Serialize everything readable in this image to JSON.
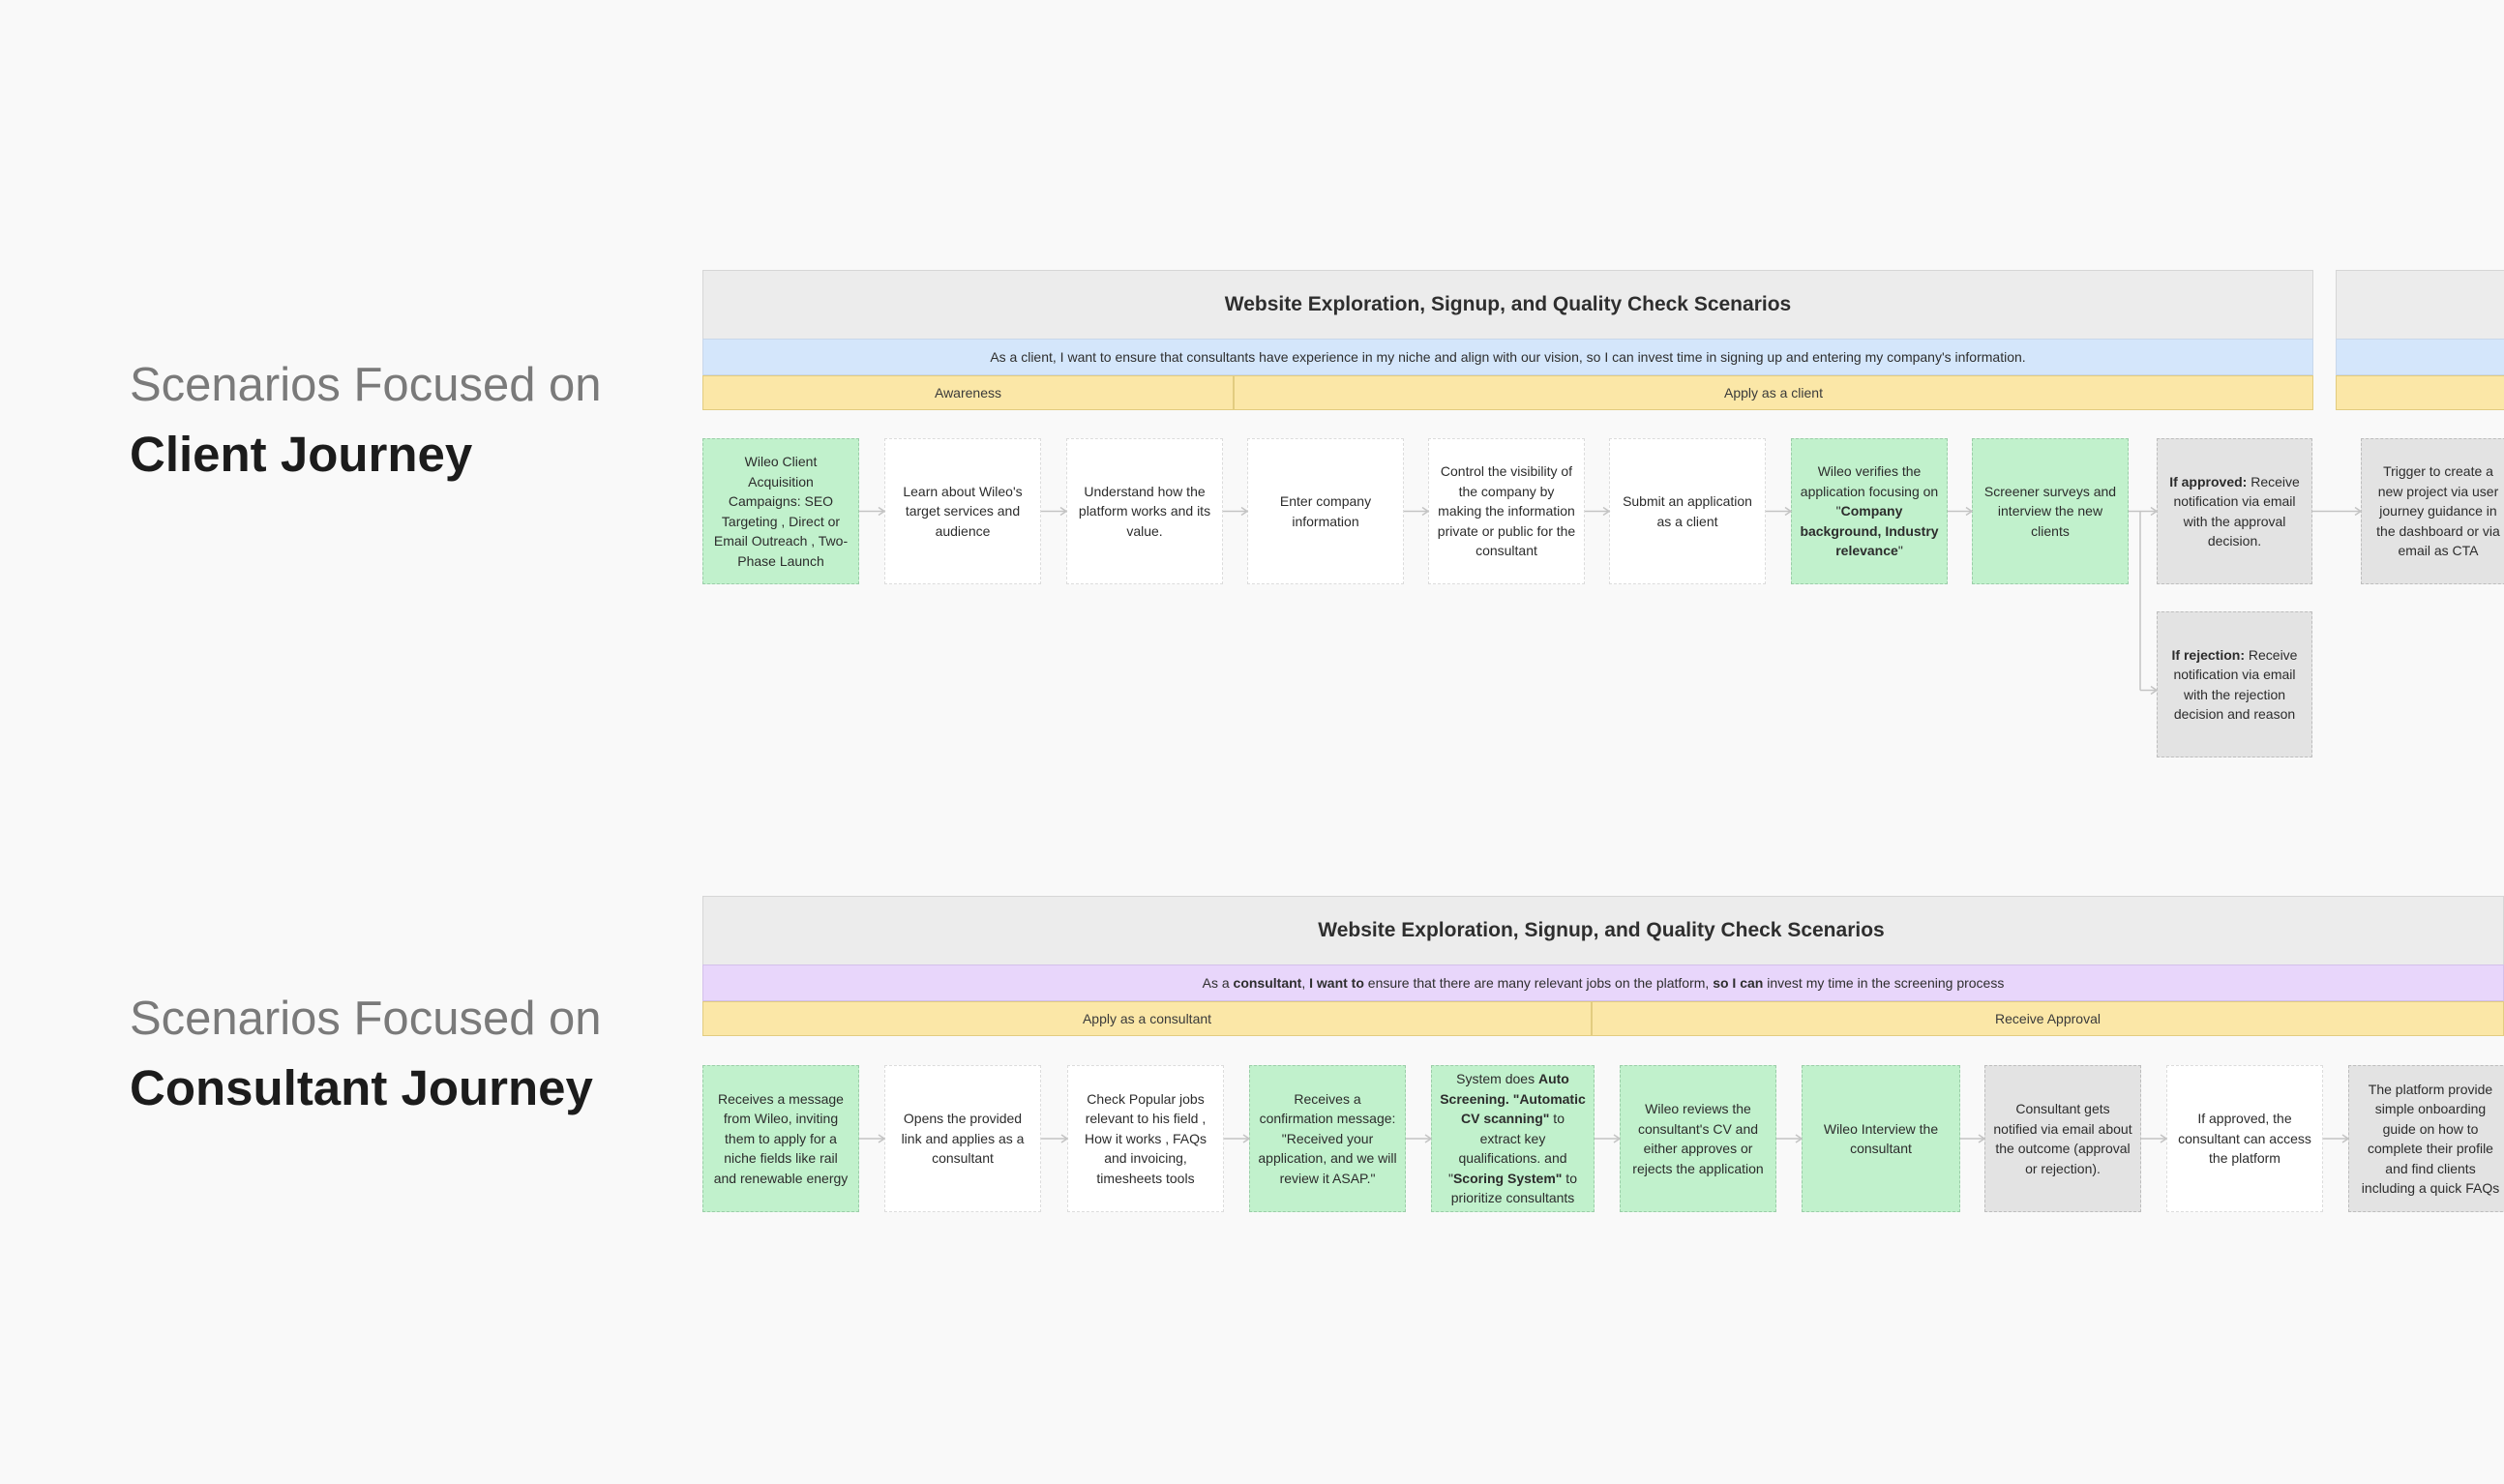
{
  "client_section": {
    "lead": "Scenarios Focused on",
    "title": "Client Journey",
    "frame_title": "Website Exploration, Signup, and Quality Check Scenarios",
    "story": "As a client,  I want to ensure that consultants have experience in my niche and align with our vision,  so I can invest time in signing up and entering my company's information.",
    "phases": [
      "Awareness",
      "Apply as a client"
    ],
    "cards": [
      {
        "color": "green",
        "parts": [
          {
            "t": "Wileo Client Acquisition Campaigns: SEO Targeting , Direct or Email Outreach , Two-Phase Launch"
          }
        ]
      },
      {
        "color": "white",
        "parts": [
          {
            "t": "Learn about Wileo's target services and audience"
          }
        ]
      },
      {
        "color": "white",
        "parts": [
          {
            "t": "Understand how the platform works and its value."
          }
        ]
      },
      {
        "color": "white",
        "parts": [
          {
            "t": "Enter company information"
          }
        ]
      },
      {
        "color": "white",
        "parts": [
          {
            "t": "Control the visibility of the company by making the information private or public for the consultant"
          }
        ]
      },
      {
        "color": "white",
        "parts": [
          {
            "t": "Submit an application as a client"
          }
        ]
      },
      {
        "color": "green",
        "parts": [
          {
            "t": "Wileo verifies the application focusing on \""
          },
          {
            "t": "Company background, Industry relevance",
            "b": true
          },
          {
            "t": "\""
          }
        ]
      },
      {
        "color": "green",
        "parts": [
          {
            "t": "Screener surveys and interview the new clients"
          }
        ]
      },
      {
        "color": "grey",
        "parts": [
          {
            "t": "If approved:",
            "b": true
          },
          {
            "t": " Receive notification via email with the approval decision."
          }
        ]
      },
      {
        "color": "grey",
        "parts": [
          {
            "t": "Trigger to create a new project via user journey guidance in the dashboard or via email as CTA"
          }
        ]
      },
      {
        "color": "grey",
        "parts": [
          {
            "t": "If rejection:",
            "b": true
          },
          {
            "t": " Receive notification via email with the rejection decision and reason"
          }
        ]
      }
    ]
  },
  "consultant_section": {
    "lead": "Scenarios Focused on",
    "title": "Consultant Journey",
    "frame_title": "Website Exploration, Signup, and Quality Check Scenarios",
    "story_parts": [
      {
        "t": "As a "
      },
      {
        "t": "consultant",
        "b": true
      },
      {
        "t": ", "
      },
      {
        "t": "I want to",
        "b": true
      },
      {
        "t": " ensure that there are many relevant jobs on the platform, "
      },
      {
        "t": "so I can",
        "b": true
      },
      {
        "t": " invest my time in the screening process"
      }
    ],
    "phases": [
      "Apply as a consultant",
      "Receive Approval"
    ],
    "cards": [
      {
        "color": "green",
        "parts": [
          {
            "t": "Receives a message from Wileo, inviting them to apply for a niche fields like rail and renewable energy"
          }
        ]
      },
      {
        "color": "white",
        "parts": [
          {
            "t": "Opens the provided link and applies as a consultant"
          }
        ]
      },
      {
        "color": "white",
        "parts": [
          {
            "t": "Check Popular jobs relevant to his field , How it works , FAQs and invoicing, timesheets tools"
          }
        ]
      },
      {
        "color": "green",
        "parts": [
          {
            "t": "Receives a confirmation message: \"Received your application, and we will review it ASAP.\""
          }
        ]
      },
      {
        "color": "green",
        "parts": [
          {
            "t": "System does "
          },
          {
            "t": "Auto Screening. \"Automatic CV scanning\"",
            "b": true
          },
          {
            "t": " to extract key qualifications. and \""
          },
          {
            "t": "Scoring System\"",
            "b": true
          },
          {
            "t": " to prioritize consultants"
          }
        ]
      },
      {
        "color": "green",
        "parts": [
          {
            "t": "Wileo reviews the consultant's CV and either approves or rejects the application"
          }
        ]
      },
      {
        "color": "green",
        "parts": [
          {
            "t": "Wileo Interview the consultant"
          }
        ]
      },
      {
        "color": "grey",
        "parts": [
          {
            "t": "Consultant gets notified via email about the outcome (approval or rejection)."
          }
        ]
      },
      {
        "color": "white",
        "parts": [
          {
            "t": "If approved, the consultant can access the platform"
          }
        ]
      },
      {
        "color": "grey",
        "parts": [
          {
            "t": "The platform provide simple onboarding guide on how to complete their profile and find clients including a quick FAQs"
          }
        ]
      }
    ]
  },
  "colors": {
    "green_card": "#c1f1cc",
    "grey_card": "#e3e3e3",
    "white_card": "#ffffff",
    "phase_band": "#fbe7a7",
    "client_story_band": "#d4e6fb",
    "consultant_story_band": "#e8d6fb",
    "frame": "#ececec"
  }
}
